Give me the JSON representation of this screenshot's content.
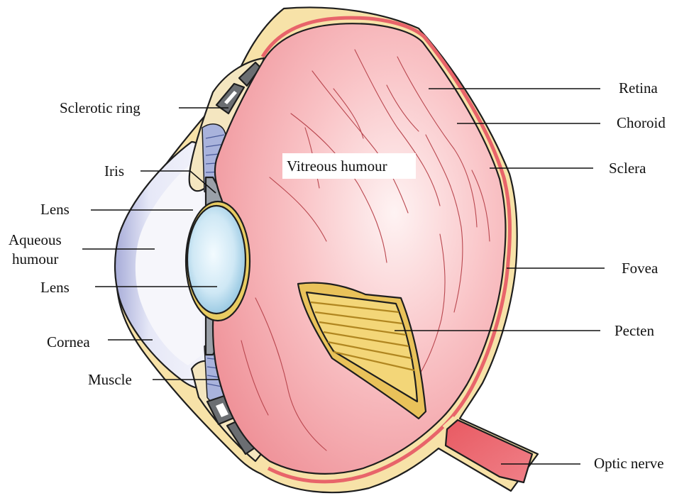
{
  "diagram": {
    "labels": {
      "sclerotic_ring": "Sclerotic ring",
      "iris": "Iris",
      "lens_upper": "Lens",
      "aqueous_humour_line1": "Aqueous",
      "aqueous_humour_line2": "humour",
      "lens_lower": "Lens",
      "cornea": "Cornea",
      "muscle": "Muscle",
      "vitreous_humour": "Vitreous humour",
      "retina": "Retina",
      "choroid": "Choroid",
      "sclera": "Sclera",
      "fovea": "Fovea",
      "pecten": "Pecten",
      "optic_nerve": "Optic nerve"
    },
    "colors": {
      "sclera": "#f7e2a8",
      "choroid": "#e8646a",
      "vitreous": "#f29aa0",
      "vitreous_light": "#fde9ea",
      "pecten": "#e9c25a",
      "lens": "#cfe6f3",
      "cornea": "#d9dcf3",
      "ring_plate": "#6b6e72"
    }
  }
}
